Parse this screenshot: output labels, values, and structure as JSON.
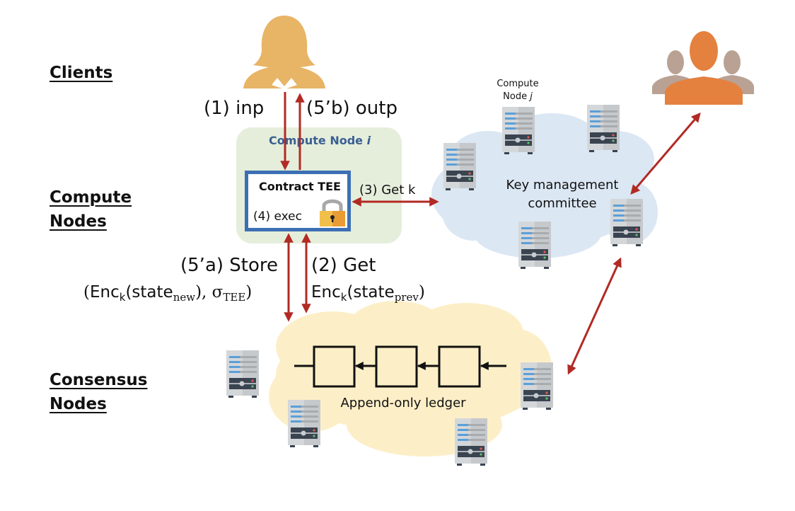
{
  "layers": {
    "clients": "Clients",
    "compute_line1": "Compute",
    "compute_line2": "Nodes",
    "consensus_line1": "Consensus",
    "consensus_line2": "Nodes"
  },
  "compute_node_i": {
    "title": "Compute Node ",
    "title_var": "i",
    "tee_title": "Contract TEE",
    "exec_label": "(4) exec"
  },
  "steps": {
    "inp": "(1) inp",
    "outp": "(5’b) outp",
    "get_k": "(3) Get k",
    "store": "(5’a) Store",
    "get": "(2) Get"
  },
  "math": {
    "store_formula": {
      "open": "(",
      "enc": "Enc",
      "enc_sub": "k",
      "paren": "(state",
      "state_sub": "new",
      "close_comma": "), σ",
      "sigma_sub": "TEE",
      "close": ")"
    },
    "get_formula": {
      "enc": "Enc",
      "enc_sub": "k",
      "paren": "(state",
      "state_sub": "prev",
      "close": ")"
    }
  },
  "key_committee": {
    "node_j_line1": "Compute",
    "node_j_line2": "Node ",
    "node_j_var": "j",
    "label_line1": "Key management",
    "label_line2": "committee"
  },
  "ledger": {
    "label": "Append-only ledger",
    "blocks": 3
  },
  "colors": {
    "arrow": "#b22a24",
    "tee_border": "#3d6fb4",
    "node_i_bg": "#e5eedb",
    "client_icon": "#e8b466",
    "group_main": "#e4813f",
    "group_side": "#b9a293",
    "key_cloud": "#dbe7f3",
    "ledger_cloud": "#fcefc8",
    "lock_body": "#efa83a",
    "lock_shackle": "#a8a8a8"
  }
}
